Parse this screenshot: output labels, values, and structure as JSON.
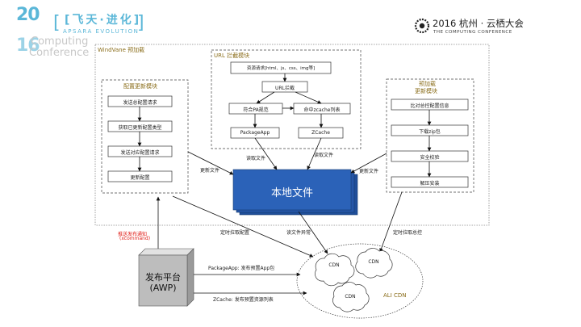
{
  "header": {
    "logo_year_top": "20",
    "logo_year_bottom": "16",
    "logo_cn": "[飞天·进化]",
    "logo_en": "APSARA EVOLUTION",
    "logo_sub1": "Computing",
    "logo_sub2": "Conference",
    "conf_title": "2016 杭州 · 云栖大会",
    "conf_subtitle": "THE COMPUTING CONFERENCE"
  },
  "regions": {
    "windvane": "WindVane 预加载",
    "url_intercept": "URL 拦截模块",
    "config_update": "配置更新模块",
    "preload_update_line1": "预加载",
    "preload_update_line2": "更新模块",
    "ali_cdn": "ALI CDN"
  },
  "config_steps": [
    "发送总配置请求",
    "获取已更新配置类型",
    "发送对应配置请求",
    "更新配置"
  ],
  "preload_steps": [
    "比对总控配置信息",
    "下载zip包",
    "安全校验",
    "解压安装"
  ],
  "url_nodes": {
    "resource_request": "资源请求[html、js、css、img等]",
    "url_intercept": "URL拦截",
    "match_pa": "符合PA规范",
    "hit_zcache": "命中zcache列表",
    "packageapp": "PackageApp",
    "zcache": "ZCache"
  },
  "local_files": "本地文件",
  "publish": {
    "line1": "发布平台",
    "line2": "(AWP)"
  },
  "cdn_labels": [
    "CDN",
    "CDN",
    "CDN"
  ],
  "edge_labels": {
    "read_file_left": "读取文件",
    "read_file_right": "读取文件",
    "update_file_left": "更新文件",
    "update_file_right": "更新文件",
    "push_notify_line1": "推送发布通知",
    "push_notify_line2": "(xcommand)",
    "pull_config": "定时拉取配置",
    "read_file_async": "读文件异常",
    "pull_master": "定时拉取总控",
    "packageapp_publish": "PackageApp: 发布预置App包",
    "zcache_publish": "ZCache: 发布预置资源列表"
  },
  "colors": {
    "logo_blue": "#5bb7d8",
    "region_title": "#8a6d1a",
    "push_notify": "#e0201a",
    "local_files_fill": "#2b62b8",
    "publish_fill": "#bdbdbd"
  }
}
